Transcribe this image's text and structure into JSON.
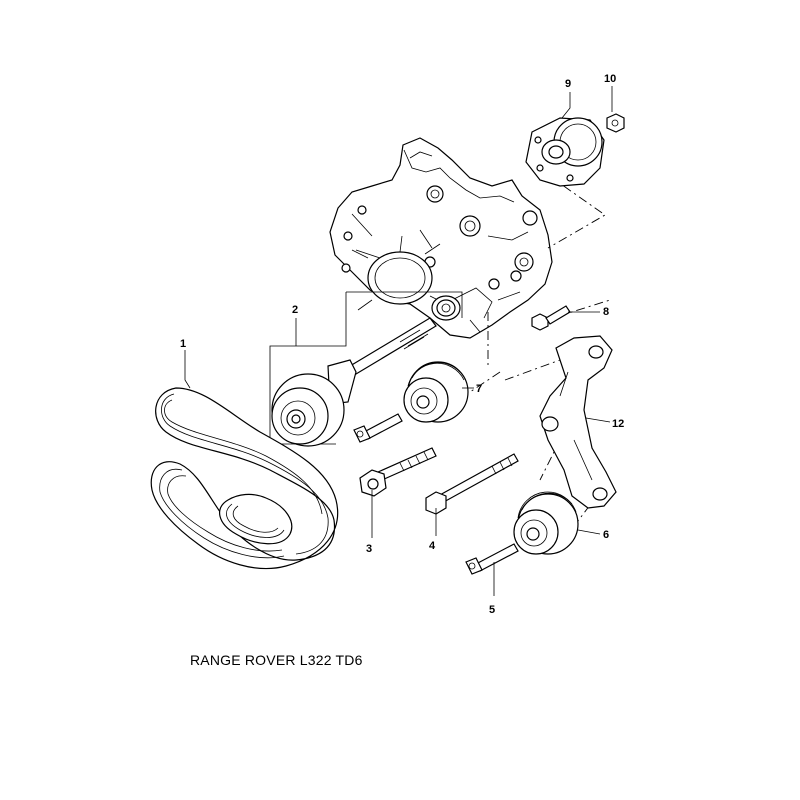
{
  "caption": "RANGE ROVER L322 TD6",
  "callouts": [
    "1",
    "2",
    "3",
    "4",
    "5",
    "6",
    "7",
    "8",
    "9",
    "10",
    "12"
  ]
}
